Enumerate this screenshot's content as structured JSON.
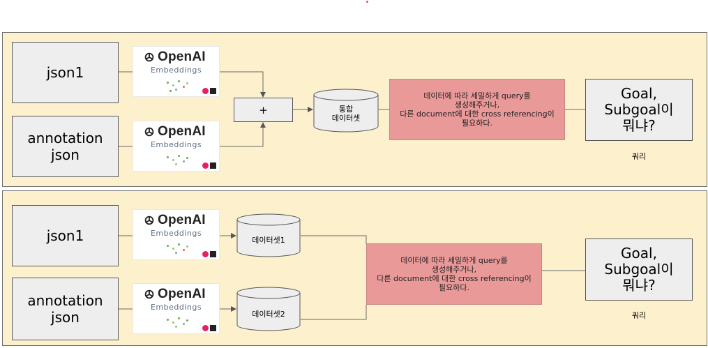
{
  "top": {
    "input1": "json1",
    "input2": "annotation\njson",
    "merge": "+",
    "dataset": "통합\n데이터셋",
    "note": "데이터에 따라 세밀하게 query를\n생성해주거나,\n다른 document에 대한 cross referencing이\n필요하다.",
    "goal": "Goal,\nSubgoal이\n뭐냐?",
    "query_label": "쿼리"
  },
  "bottom": {
    "input1": "json1",
    "input2": "annotation\njson",
    "dataset1": "데이터셋1",
    "dataset2": "데이터셋2",
    "note": "데이터에 따라 세밀하게 query를\n생성해주거나,\n다른 document에 대한 cross referencing이\n필요하다.",
    "goal": "Goal,\nSubgoal이\n뭐냐?",
    "query_label": "쿼리"
  },
  "embedding_logo": {
    "brand": "OpenAI",
    "subtitle": "Embeddings",
    "icon": "openai-logo-icon"
  },
  "colors": {
    "panel": "#fdf1cd",
    "box": "#eeeeee",
    "note": "#ea9999"
  }
}
